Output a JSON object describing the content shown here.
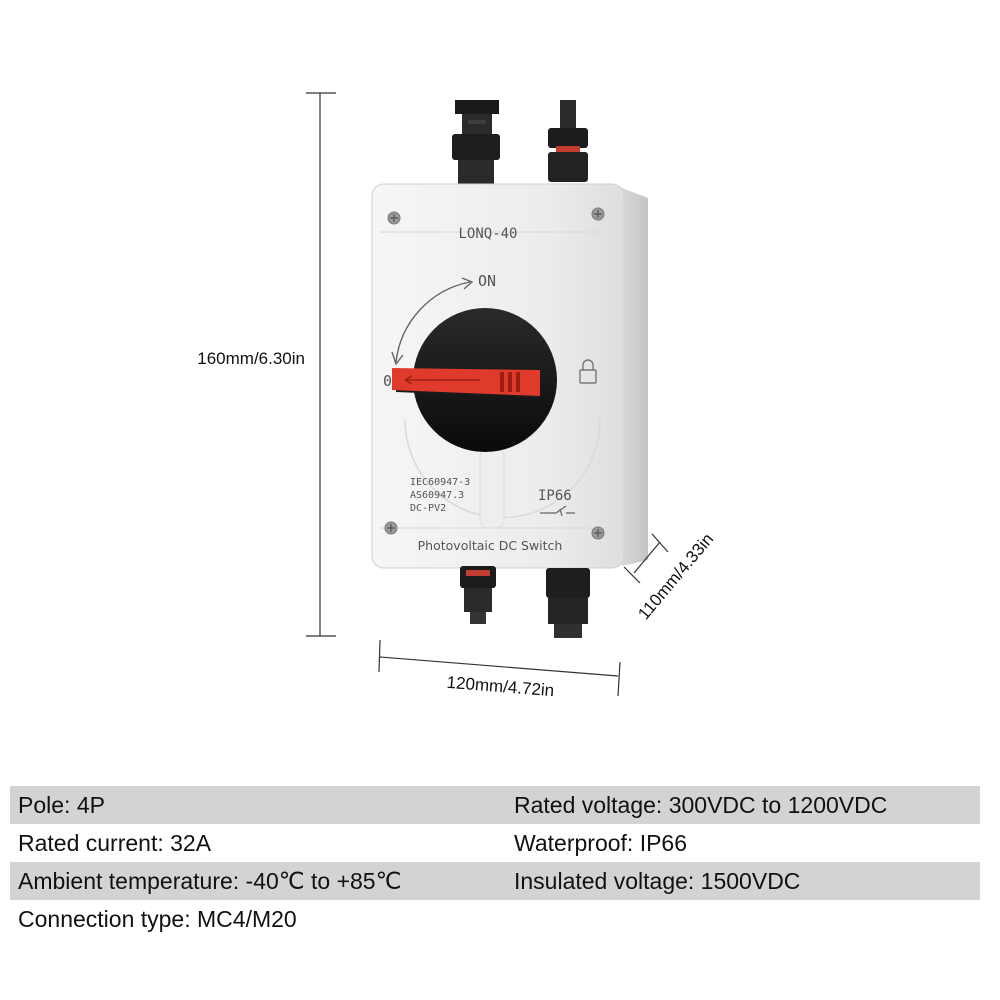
{
  "product": {
    "model": "LONQ-40",
    "on_label": "ON",
    "off_label": "0",
    "standards": [
      "IEC60947-3",
      "AS60947.3",
      "DC-PV2"
    ],
    "ip_rating": "IP66",
    "name_label": "Photovoltaic DC Switch"
  },
  "dimensions": {
    "height": "160mm/6.30in",
    "width": "120mm/4.72in",
    "depth": "110mm/4.33in"
  },
  "specs": [
    {
      "left": "Pole: 4P",
      "right": "Rated voltage: 300VDC to 1200VDC"
    },
    {
      "left": "Rated current: 32A",
      "right": "Waterproof: IP66"
    },
    {
      "left": "Ambient temperature: -40℃ to +85℃",
      "right": "Insulated voltage: 1500VDC"
    },
    {
      "left": "Connection type: MC4/M20",
      "right": ""
    }
  ]
}
